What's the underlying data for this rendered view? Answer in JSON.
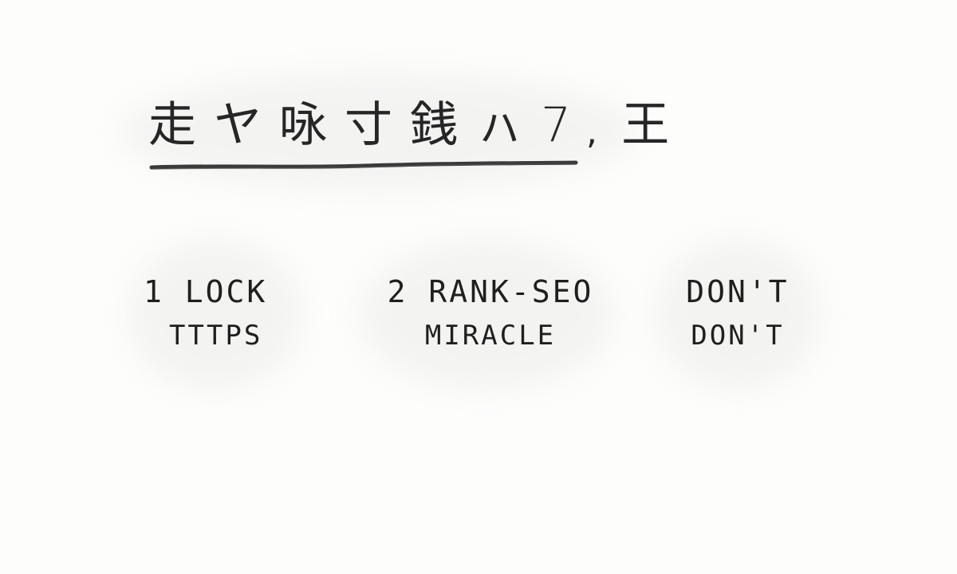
{
  "heading": {
    "text": "走ヤ咏寸銭ㇵ7 王",
    "comma": ","
  },
  "columns": [
    {
      "line1": "1 LOCK",
      "line2": "TTTPS"
    },
    {
      "line1": "2 RANK-SEO",
      "line2": "MIRACLE"
    },
    {
      "line1": "DON'T",
      "line2": "DON'T"
    }
  ],
  "colors": {
    "ink": "#1e1e1e",
    "paper": "#fdfdfc",
    "underline": "#3a3a3a"
  }
}
